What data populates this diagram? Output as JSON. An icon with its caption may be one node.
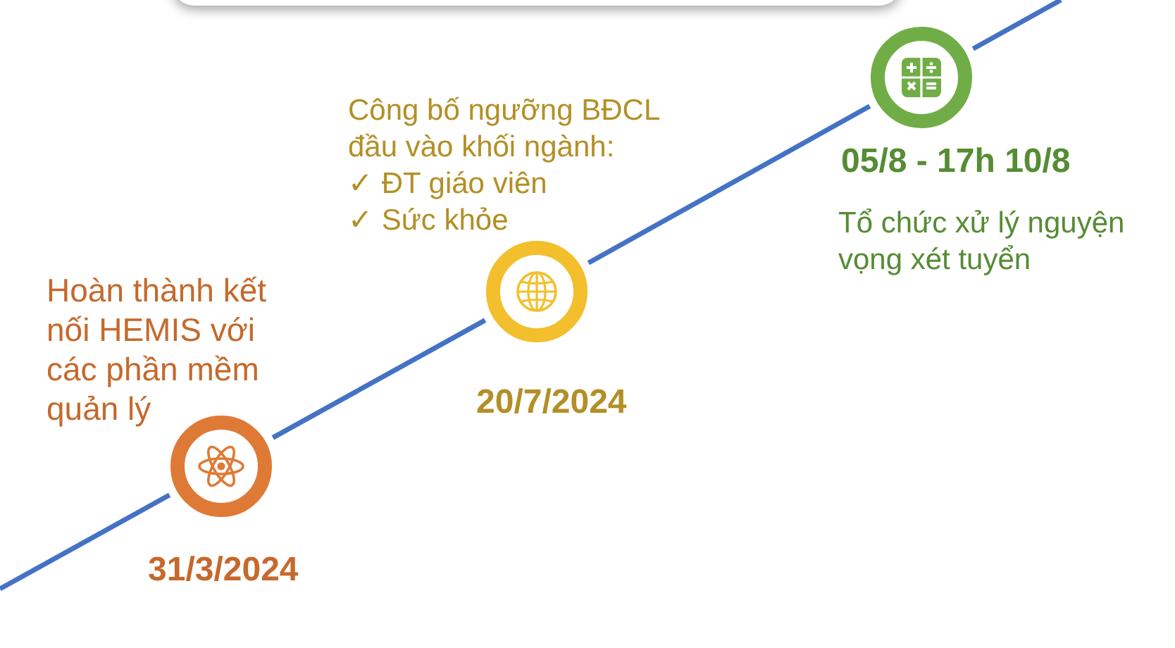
{
  "diagram": {
    "nodes": [
      {
        "text": [],
        "shape": "circle",
        "beside": [
          "Hoàn thành kết nối HEMIS với các phần mềm quản lý",
          "31/3/2024"
        ]
      },
      {
        "text": [],
        "shape": "circle",
        "beside": [
          "Công bố ngưỡng BĐCL đầu vào khối ngành:",
          "✓ ĐT giáo viên",
          "✓ Sức khỏe",
          "20/7/2024"
        ]
      },
      {
        "text": [],
        "shape": "circle",
        "beside": [
          "05/8 - 17h 10/8",
          "Tổ chức xử lý nguyện vọng xét tuyển"
        ]
      }
    ],
    "edges": [
      {
        "from": null,
        "to": 0,
        "arrow": "none"
      },
      {
        "from": 0,
        "to": 1,
        "arrow": "none"
      },
      {
        "from": 1,
        "to": 2,
        "arrow": "none"
      },
      {
        "from": 2,
        "to": null,
        "arrow": "none"
      }
    ]
  }
}
